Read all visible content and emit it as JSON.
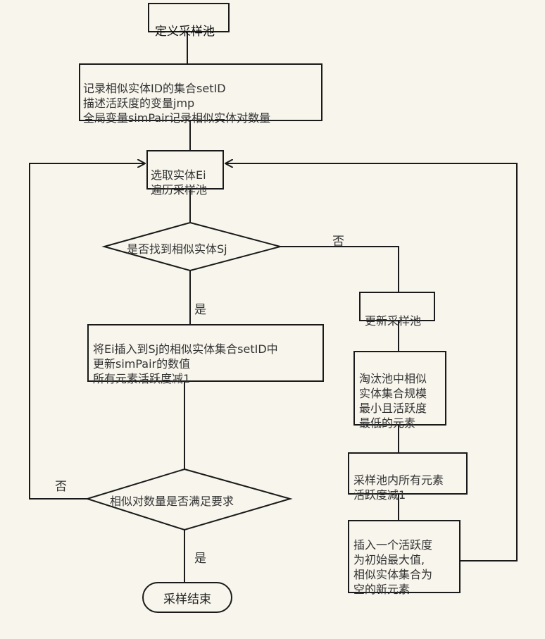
{
  "nodes": {
    "start": "定义采样池",
    "init": "记录相似实体ID的集合setID\n描述活跃度的变量jmp\n全局变量simPair记录相似实体对数量",
    "select": "选取实体Ei\n遍历采样池",
    "decision1": "是否找到相似实体Sj",
    "insert": "将Ei插入到Sj的相似实体集合setID中\n更新simPair的数值\n所有元素活跃度减1",
    "update_pool": "更新采样池",
    "eliminate": "淘汰池中相似\n实体集合规模\n最小且活跃度\n最低的元素",
    "decrease": "采样池内所有元素\n活跃度减1",
    "insert_new": "插入一个活跃度\n为初始最大值,\n相似实体集合为\n空的新元素",
    "decision2": "相似对数量是否满足要求",
    "end": "采样结束"
  },
  "labels": {
    "no1": "否",
    "yes1": "是",
    "no2": "否",
    "yes2": "是"
  }
}
